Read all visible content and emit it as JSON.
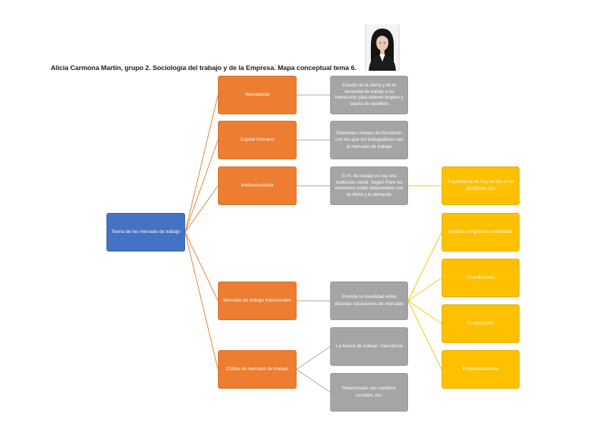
{
  "header": {
    "title": "Alicia Carmona Martín, grupo 2. Sociología del trabajo y de la Empresa. Mapa conceptual tema 6."
  },
  "photo": {
    "icon": "student-portrait"
  },
  "colors": {
    "root": "#4472c4",
    "level1": "#ed7d31",
    "level2": "#a5a5a5",
    "level3": "#ffc000",
    "connector_orange": "#ed7d31",
    "connector_gray": "#a5a5a5",
    "connector_yellow": "#ffc000"
  },
  "root": {
    "label": "Teoría de los mercado de trabajo"
  },
  "branches": [
    {
      "label": "Neoclasicla",
      "children": [
        {
          "label": "Estudio de la oferta y de la demanda de trabajo y su interacción para obtener empleo y salario de equilibrio"
        }
      ]
    },
    {
      "label": "Capital Humano",
      "children": [
        {
          "label": "Diferentes niveles de formación con los que los trabajadores van al mercado de trabajo"
        }
      ]
    },
    {
      "label": "Institucionalista",
      "children": [
        {
          "label": "El m. de trabajo es hoy una institución social. Según Piore los elementos están relacionados con la oferta y la demanda",
          "children": [
            {
              "label": "El problema de hoy en día es el DESEMPLEO"
            }
          ]
        }
      ]
    },
    {
      "label": "Mercado de trabajo trasicionales",
      "children": [
        {
          "label": "Permite la movilidad entre distintas situaciones de mercado",
          "children": [
            {
              "label": "Empleo o ingresos sostenibles"
            },
            {
              "label": "Coordinación"
            },
            {
              "label": "Cooperación"
            },
            {
              "label": "Empoderamiento"
            }
          ]
        }
      ]
    },
    {
      "label": "Crítica de mercado de trabajo",
      "children": [
        {
          "label": "La fuerza de trabajo: mercancía"
        },
        {
          "label": "Relacionado con cambios sociales, etc."
        }
      ]
    }
  ]
}
